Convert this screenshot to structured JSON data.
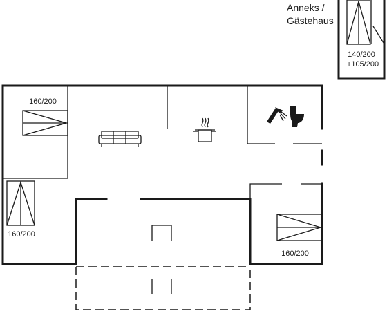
{
  "annex": {
    "title_line1": "Anneks /",
    "title_line2": "Gästehaus",
    "bed_line1": "140/200",
    "bed_line2": "+105/200"
  },
  "rooms": {
    "bedroom_top_left": {
      "bed_label": "160/200"
    },
    "bedroom_left": {
      "bed_label": "160/200"
    },
    "bedroom_right": {
      "bed_label": "160/200"
    }
  },
  "icons": [
    "sofa-icon",
    "cooking-pot-icon",
    "shower-icon",
    "toilet-icon",
    "bed-icon"
  ]
}
